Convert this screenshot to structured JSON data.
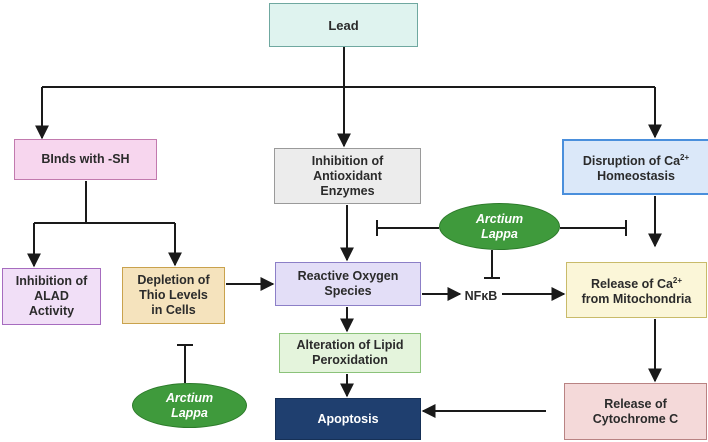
{
  "nodes": {
    "lead": "Lead",
    "binds_sh": "BInds with -SH",
    "inhibition_antioxidant": "Inhibition of\nAntioxidant\nEnzymes",
    "disruption_ca": {
      "before": "Disruption of Ca",
      "sup": "2+",
      "after": "\nHomeostasis"
    },
    "inhibition_alad": "Inhibition of\nALAD\nActivity",
    "depletion_thio": "Depletion of\nThio Levels\nin Cells",
    "ros": "Reactive Oxygen\nSpecies",
    "release_ca": {
      "before": "Release of Ca",
      "sup": "2+",
      "after": "\nfrom Mitochondria"
    },
    "nfkb": "NFκB",
    "lipid_peroxidation": "Alteration of Lipid\nPeroxidation",
    "apoptosis": "Apoptosis",
    "cytochrome": "Release of\nCytochrome C"
  },
  "inhibitors": {
    "top": "Arctium\nLappa",
    "bottom": "Arctium\nLappa"
  },
  "colors": {
    "arrow": "#1a1a1a",
    "inhibitor": "#3f9a3c",
    "apoptosis": "#1f3f6f"
  }
}
